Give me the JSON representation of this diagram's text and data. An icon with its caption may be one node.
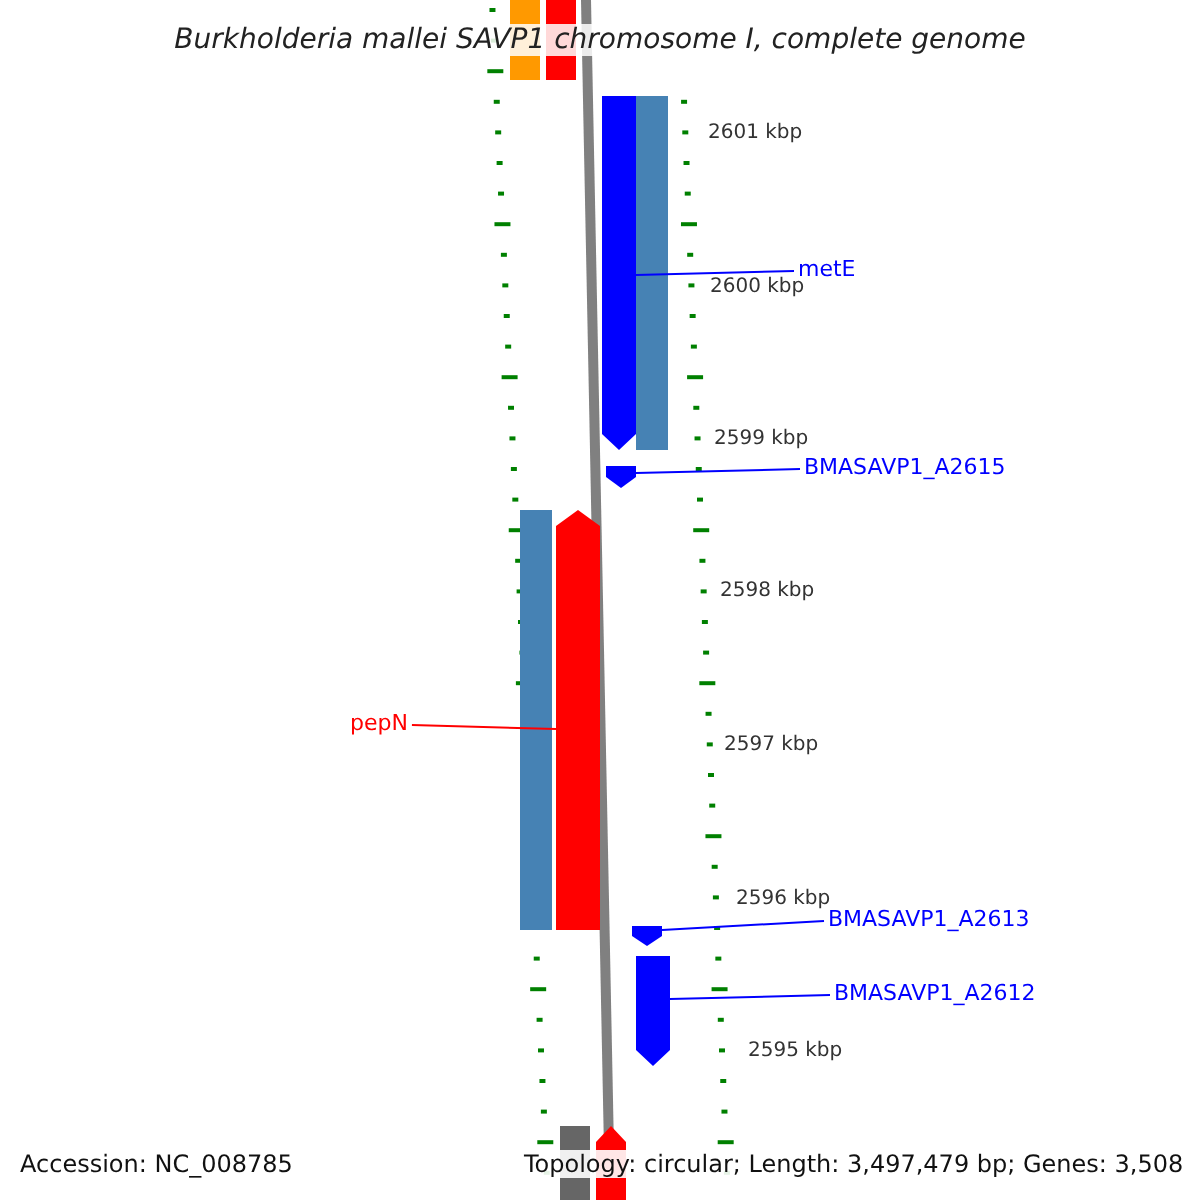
{
  "diagram": {
    "title": "Burkholderia mallei SAVP1 chromosome I, complete genome",
    "nodes": [
      {
        "text": [],
        "shape": "box"
      },
      {
        "text": [],
        "shape": "box"
      },
      {
        "text": [
          "metE"
        ]
      },
      {
        "text": [],
        "shape": "arrow"
      },
      {
        "text": [],
        "shape": "box"
      },
      {
        "text": [
          "BMASAVP1_A2615"
        ]
      },
      {
        "text": [],
        "shape": "arrow"
      },
      {
        "text": [],
        "shape": "box"
      },
      {
        "text": [
          "pepN"
        ]
      },
      {
        "text": [],
        "shape": "arrow"
      },
      {
        "text": [
          "BMASAVP1_A2613"
        ]
      },
      {
        "text": [],
        "shape": "arrow"
      },
      {
        "text": [
          "BMASAVP1_A2612"
        ]
      },
      {
        "text": [],
        "shape": "arrow"
      },
      {
        "text": [],
        "shape": "box"
      },
      {
        "text": [],
        "shape": "arrow"
      }
    ],
    "edges": [
      {
        "from": 2,
        "to": 3,
        "arrow": "none",
        "color": "#0000ff"
      },
      {
        "from": 5,
        "to": 6,
        "arrow": "none",
        "color": "#0000ff"
      },
      {
        "from": 8,
        "to": 9,
        "arrow": "none",
        "color": "#ff0000"
      },
      {
        "from": 10,
        "to": 11,
        "arrow": "none",
        "color": "#0000ff"
      },
      {
        "from": 12,
        "to": 13,
        "arrow": "none",
        "color": "#0000ff"
      }
    ],
    "labels": [
      "2601 kbp",
      "2600 kbp",
      "2599 kbp",
      "2598 kbp",
      "2597 kbp",
      "2596 kbp",
      "2595 kbp",
      "Accession: NC_008785",
      "Topology: circular; Length: 3,497,479 bp; Genes: 3,508"
    ]
  }
}
